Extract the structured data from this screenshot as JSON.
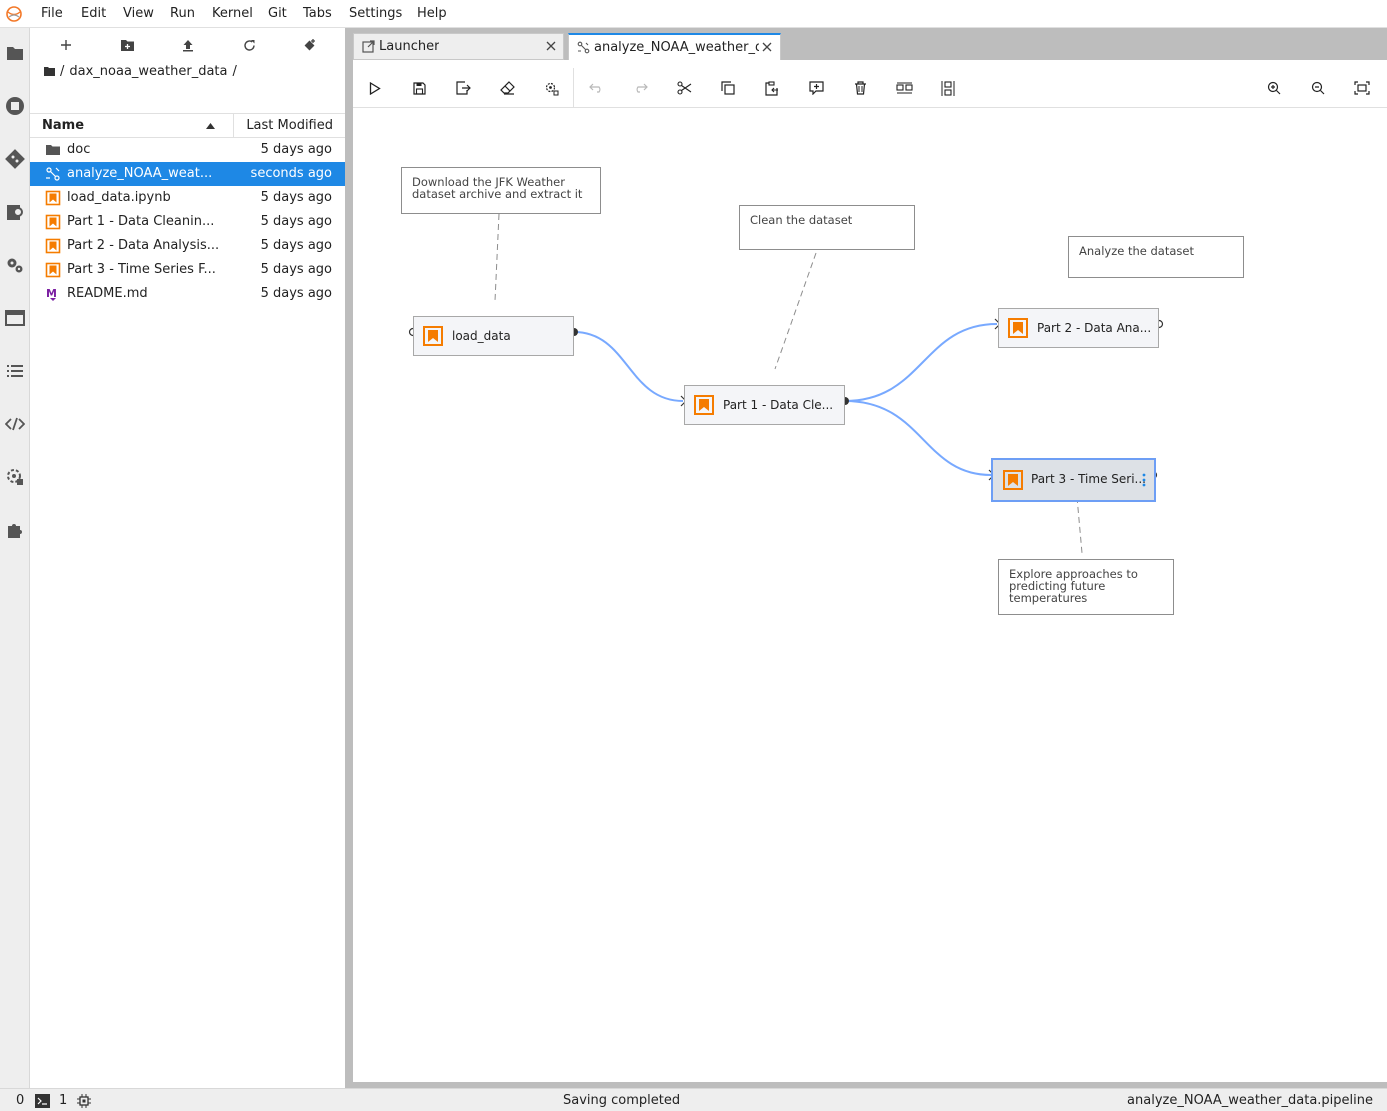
{
  "menu": [
    "File",
    "Edit",
    "View",
    "Run",
    "Kernel",
    "Git",
    "Tabs",
    "Settings",
    "Help"
  ],
  "file_browser": {
    "breadcrumb_sep": "/",
    "path": "dax_noaa_weather_data",
    "col_name": "Name",
    "col_modified": "Last Modified",
    "rows": [
      {
        "name": "doc",
        "modified": "5 days ago",
        "icon": "folder-icon"
      },
      {
        "name": "analyze_NOAA_weat...",
        "modified": "seconds ago",
        "icon": "pipeline-icon"
      },
      {
        "name": "load_data.ipynb",
        "modified": "5 days ago",
        "icon": "notebook-icon"
      },
      {
        "name": "Part 1 - Data Cleanin...",
        "modified": "5 days ago",
        "icon": "notebook-icon"
      },
      {
        "name": "Part 2 - Data Analysis...",
        "modified": "5 days ago",
        "icon": "notebook-icon"
      },
      {
        "name": "Part 3 - Time Series F...",
        "modified": "5 days ago",
        "icon": "notebook-icon"
      },
      {
        "name": "README.md",
        "modified": "5 days ago",
        "icon": "markdown-icon"
      }
    ]
  },
  "tabs": [
    {
      "label": "Launcher"
    },
    {
      "label": "analyze_NOAA_weather_da"
    }
  ],
  "pipeline": {
    "nodes": [
      {
        "label": "load_data"
      },
      {
        "label": "Part 1 - Data Cle..."
      },
      {
        "label": "Part 2 - Data Ana..."
      },
      {
        "label": "Part 3 - Time Seri..."
      }
    ],
    "comments": [
      {
        "text": "Download the JFK Weather dataset archive and extract it"
      },
      {
        "text": "Clean the dataset"
      },
      {
        "text": "Analyze the dataset"
      },
      {
        "text": "Explore approaches to predicting future temperatures"
      }
    ]
  },
  "status": {
    "count_a": "0",
    "count_b": "1",
    "message": "Saving completed",
    "file": "analyze_NOAA_weather_data.pipeline"
  },
  "colors": {
    "accent": "#1e88e5",
    "notebook_orange": "#f57c00",
    "link_blue": "#78a9ff",
    "markdown_purple": "#7b1fa2"
  }
}
